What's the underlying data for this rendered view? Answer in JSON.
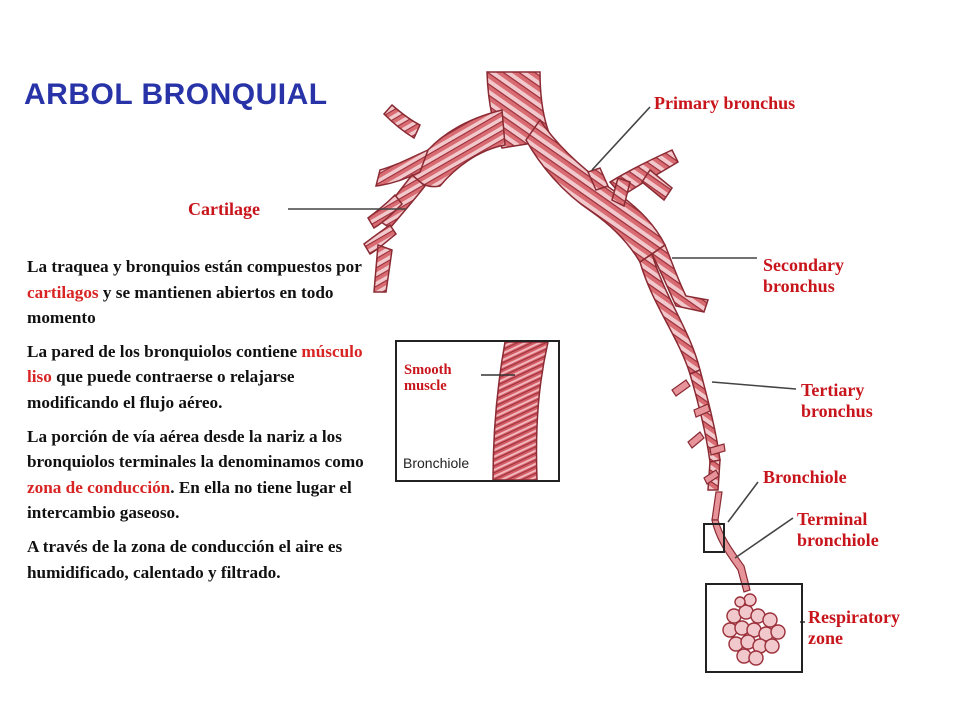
{
  "title": "ARBOL BRONQUIAL",
  "paragraphs": [
    {
      "parts": [
        {
          "text": "La traquea y bronquios están compuestos por ",
          "hl": false
        },
        {
          "text": "cartilagos",
          "hl": true
        },
        {
          "text": " y se mantienen abiertos en todo momento",
          "hl": false
        }
      ]
    },
    {
      "parts": [
        {
          "text": "La pared de los bronquiolos contiene ",
          "hl": false
        },
        {
          "text": "músculo liso",
          "hl": true
        },
        {
          "text": " que puede contraerse o relajarse modificando el flujo aéreo.",
          "hl": false
        }
      ]
    },
    {
      "parts": [
        {
          "text": "La porción de vía aérea desde la nariz a los bronquiolos terminales la denominamos como ",
          "hl": false
        },
        {
          "text": "zona de conducción",
          "hl": true
        },
        {
          "text": ". En ella no tiene lugar el intercambio gaseoso.",
          "hl": false
        }
      ]
    },
    {
      "parts": [
        {
          "text": "A través de la zona de conducción el aire es humidificado, calentado y filtrado.",
          "hl": false
        }
      ]
    }
  ],
  "labels": {
    "primary": "Primary bronchus",
    "cartilage": "Cartilage",
    "secondary": "Secondary bronchus",
    "tertiary": "Tertiary bronchus",
    "bronchiole": "Bronchiole",
    "terminal": "Terminal bronchiole",
    "respiratory": "Respiratory zone"
  },
  "inset": {
    "smooth_muscle": "Smooth muscle",
    "bronchiole": "Bronchiole"
  },
  "colors": {
    "title": "#2833a8",
    "highlight": "#d92424",
    "label": "#c8141b",
    "tissue": "#d96b72",
    "tissue_light": "#f1c9cc",
    "tissue_dark": "#9b2f3a"
  }
}
